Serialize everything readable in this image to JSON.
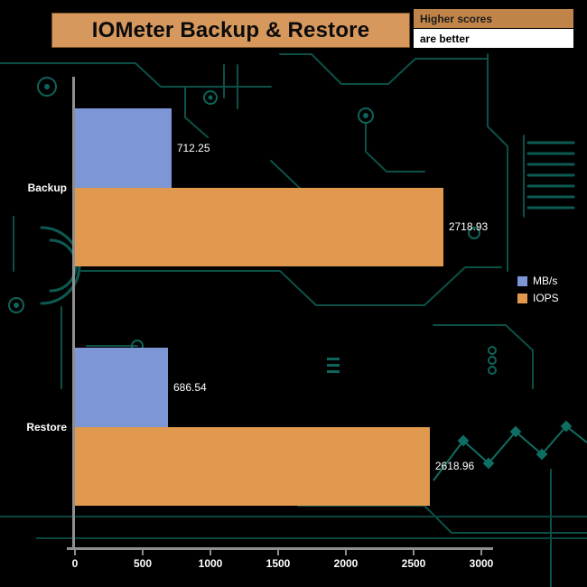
{
  "header": {
    "title": "IOMeter Backup & Restore"
  },
  "note": {
    "top": "Higher scores",
    "bottom": "are better"
  },
  "colors": {
    "background": "#000000",
    "title_banner": "#d6985c",
    "note_top_bg": "#c08448",
    "note_bottom_bg": "#ffffff",
    "mbps_bar": "#7d96d6",
    "iops_bar": "#e0994f",
    "axis": "#8f8f8f",
    "circuit_trace": "#0c5048"
  },
  "chart_data": {
    "type": "bar",
    "orientation": "horizontal",
    "title": "IOMeter Backup & Restore",
    "categories": [
      "Backup",
      "Restore"
    ],
    "series": [
      {
        "name": "MB/s",
        "color": "#7d96d6",
        "values": [
          712.25,
          686.54
        ]
      },
      {
        "name": "IOPS",
        "color": "#e0994f",
        "values": [
          2718.93,
          2618.96
        ]
      }
    ],
    "xlim": [
      0,
      3000
    ],
    "xticks": [
      0,
      500,
      1000,
      1500,
      2000,
      2500,
      3000
    ],
    "grid": false,
    "legend_position": "right",
    "value_labels": true
  }
}
